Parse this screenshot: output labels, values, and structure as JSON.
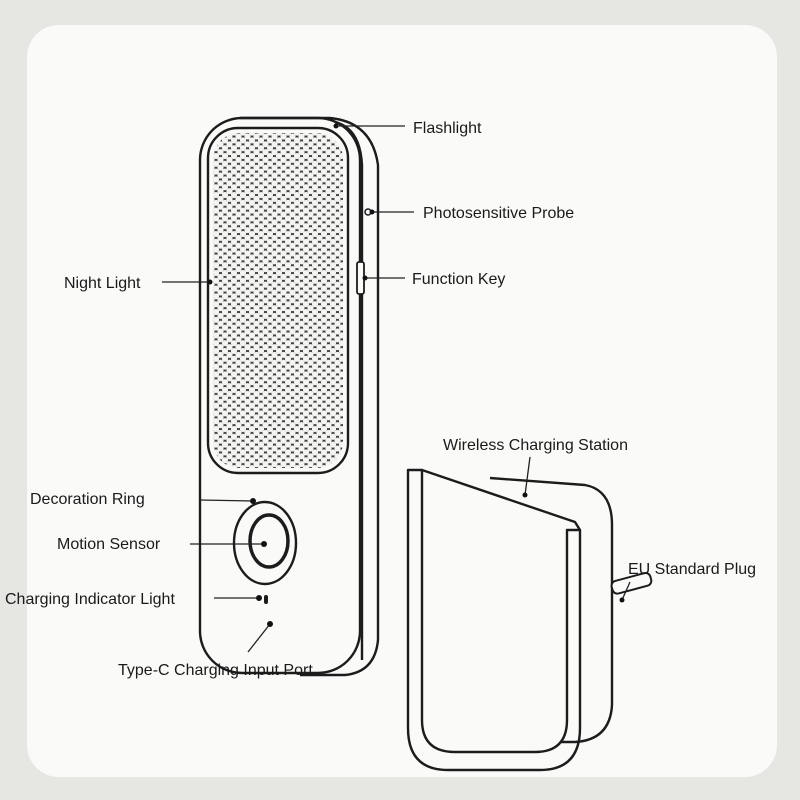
{
  "diagram": {
    "labels": {
      "flashlight": "Flashlight",
      "photosensitive_probe": "Photosensitive Probe",
      "function_key": "Function Key",
      "night_light": "Night Light",
      "wireless_charging_station": "Wireless Charging Station",
      "decoration_ring": "Decoration Ring",
      "motion_sensor": "Motion Sensor",
      "charging_indicator_light": "Charging Indicator Light",
      "type_c_port": "Type-C Charging Input Port",
      "eu_plug": "EU Standard Plug"
    }
  }
}
